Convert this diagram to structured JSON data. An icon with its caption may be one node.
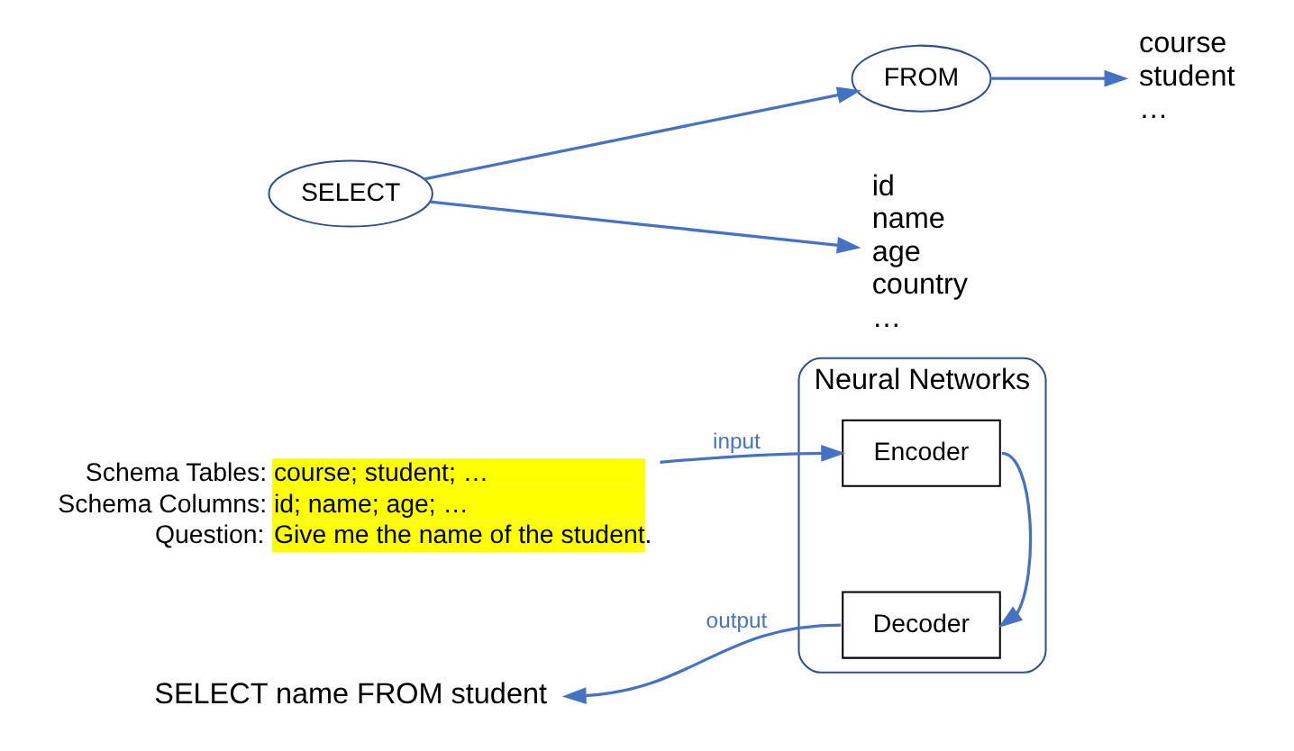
{
  "diagram": {
    "nodes": [
      {
        "text": [
          "Schema Tables: course; student; …",
          "Schema Columns: id; name; age; …",
          "Question: Give me the name of the student."
        ]
      },
      {
        "text": [
          "Neural Networks"
        ]
      },
      {
        "text": [
          "Encoder"
        ],
        "in": 1
      },
      {
        "text": [
          "Decoder"
        ],
        "in": 1
      },
      {
        "text": [
          "SELECT name FROM student"
        ]
      },
      {
        "text": [
          "SELECT"
        ]
      },
      {
        "text": [
          "FROM"
        ]
      },
      {
        "text": [
          "course",
          "student",
          "…"
        ]
      },
      {
        "text": [
          "id",
          "name",
          "age",
          "country",
          "…"
        ]
      }
    ],
    "edges": [
      {
        "from": 0,
        "to": 2,
        "arrow": "to",
        "label": "input"
      },
      {
        "from": 2,
        "to": 3,
        "arrow": "to"
      },
      {
        "from": 3,
        "to": 4,
        "arrow": "to",
        "label": "output"
      },
      {
        "from": 5,
        "to": 6,
        "arrow": "to"
      },
      {
        "from": 6,
        "to": 7,
        "arrow": "to"
      },
      {
        "from": 5,
        "to": 8,
        "arrow": "to"
      }
    ]
  }
}
